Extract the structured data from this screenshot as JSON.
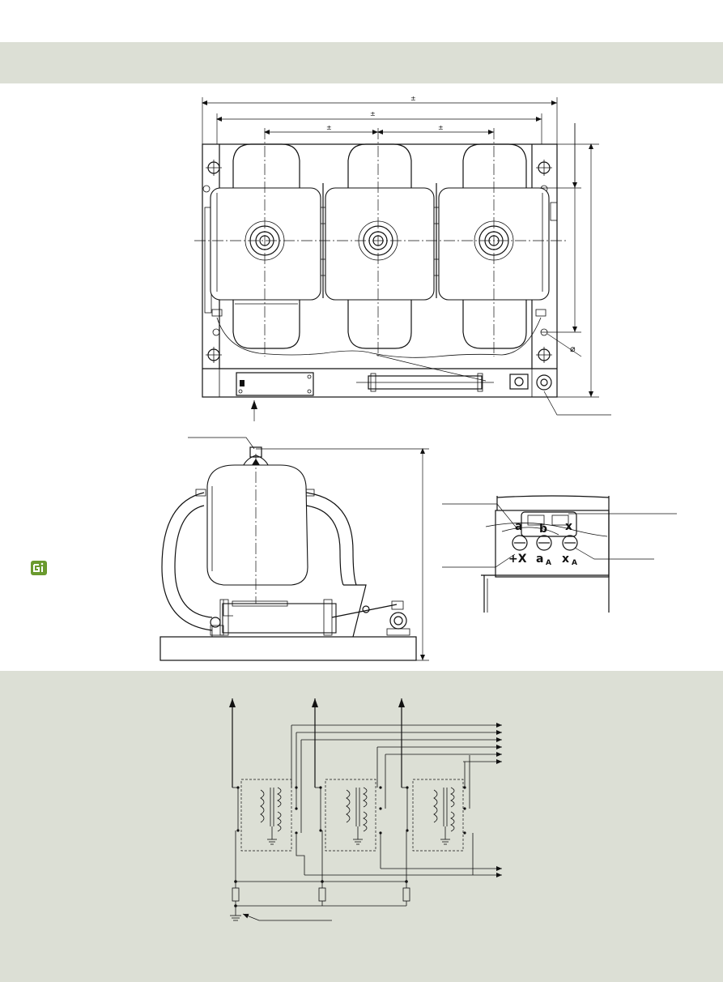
{
  "drawing": {
    "dimension_marks": [
      "±",
      "±",
      "±",
      "±"
    ],
    "diameter_symbol": "⌀"
  },
  "terminals": {
    "upper_row": [
      "a",
      "b",
      "x"
    ],
    "lower_row": [
      {
        "main": "+X",
        "sub": ""
      },
      {
        "main": "a",
        "sub": "A"
      },
      {
        "main": "x",
        "sub": "A"
      }
    ]
  },
  "colors": {
    "band": "#dcdfd5",
    "line": "#111111",
    "logo": "#6a9a2e"
  },
  "icons": {
    "logo": "company-logo-icon"
  }
}
